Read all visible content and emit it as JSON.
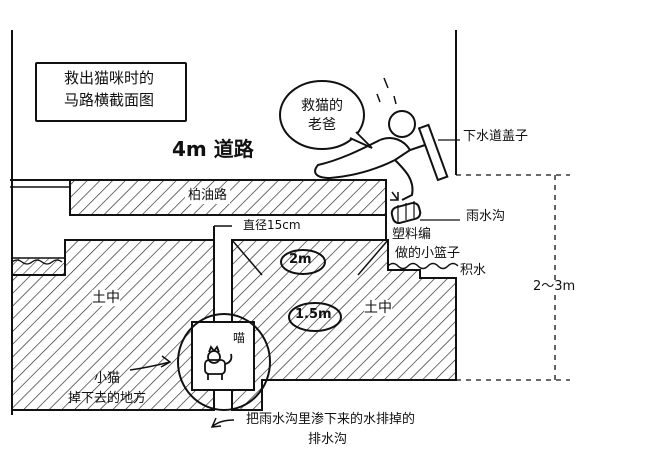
{
  "diagram": {
    "title_line1": "救出猫咪时的",
    "title_line2": "马路横截面图",
    "road_width": "4m 道路",
    "dad_line1": "救猫的",
    "dad_line2": "老爸",
    "manhole_cover": "下水道盖子",
    "asphalt": "柏油路",
    "storm_drain": "雨水沟",
    "diameter": "直径15cm",
    "basket_line1": "塑料编",
    "basket_line2": "做的小篮子",
    "standing_water": "积水",
    "depth_2m": "2m",
    "depth_1_5m": "1.5m",
    "height_range": "2～3m",
    "soil_left": "土中",
    "soil_right": "土中",
    "meow": "喵",
    "kitten_line1": "小猫",
    "kitten_line2": "掉下去的地方",
    "pipe_line1": "把雨水沟里渗下来的水排掉的",
    "pipe_line2": "排水沟"
  }
}
